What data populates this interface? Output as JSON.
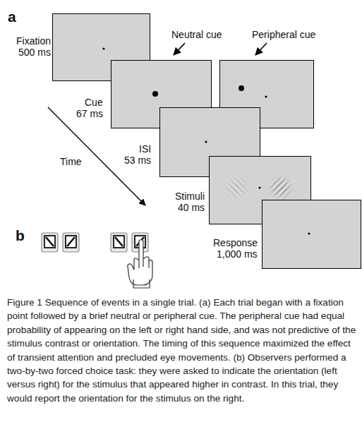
{
  "diagram": {
    "caption": "Figure 1 Sequence of events in a single trial. (a) Each trial began with a fixation point followed by a brief neutral or peripheral cue. The peripheral cue had equal probability of appearing on the left or right hand side, and was not predictive of the stimulus contrast or orientation. The timing of this sequence maximized the effect of transient attention and precluded eye movements. (b) Observers performed a two-by-two forced choice task: they were asked to indicate the orientation (left versus right) for the stimulus that appeared higher in contrast. In this trial, they would report the orientation for the stimulus on the right.",
    "nodes": [
      {
        "text": [
          "Fixation",
          "500 ms"
        ]
      },
      {
        "text": [
          "Neutral cue",
          "Cue",
          "67 ms"
        ]
      },
      {
        "text": [
          "Peripheral cue"
        ]
      },
      {
        "text": [
          "ISI",
          "53 ms"
        ]
      },
      {
        "text": [
          "Stimuli",
          "40 ms"
        ]
      },
      {
        "text": [
          "Response",
          "1,000 ms"
        ]
      }
    ],
    "labels": [
      "a",
      "Time",
      "b"
    ]
  }
}
